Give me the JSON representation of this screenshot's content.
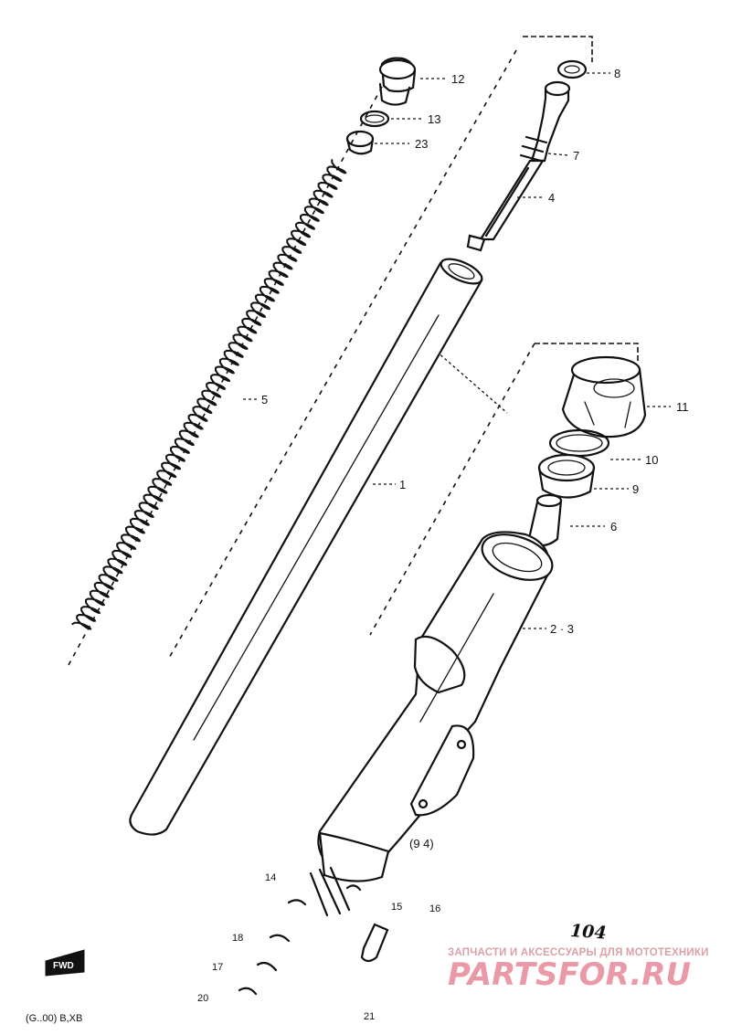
{
  "diagram": {
    "page_number": "104",
    "model_caption": "(G..00) B,XB",
    "forward_marker": "FWD",
    "parts": [
      {
        "number": "12",
        "text": "12"
      },
      {
        "number": "13",
        "text": "13"
      },
      {
        "number": "23",
        "text": "23"
      },
      {
        "number": "8",
        "text": "8"
      },
      {
        "number": "7",
        "text": "7"
      },
      {
        "number": "4",
        "text": "4"
      },
      {
        "number": "5",
        "text": "5"
      },
      {
        "number": "1",
        "text": "1"
      },
      {
        "number": "11",
        "text": "11"
      },
      {
        "number": "10",
        "text": "10"
      },
      {
        "number": "9",
        "text": "9"
      },
      {
        "number": "6",
        "text": "6"
      },
      {
        "number": "2,3",
        "text": "2 · 3"
      },
      {
        "number": "9,4",
        "text": "(9 4)"
      },
      {
        "number": "14",
        "text": "14"
      },
      {
        "number": "15",
        "text": "15"
      },
      {
        "number": "16",
        "text": "16"
      },
      {
        "number": "18",
        "text": "18"
      },
      {
        "number": "17",
        "text": "17"
      },
      {
        "number": "20",
        "text": "20"
      },
      {
        "number": "21",
        "text": "21"
      }
    ]
  },
  "watermark": {
    "tagline": "ЗАПЧАСТИ И АКСЕССУАРЫ ДЛЯ МОТОТЕХНИКИ",
    "brand": "PARTSFOR.RU"
  }
}
